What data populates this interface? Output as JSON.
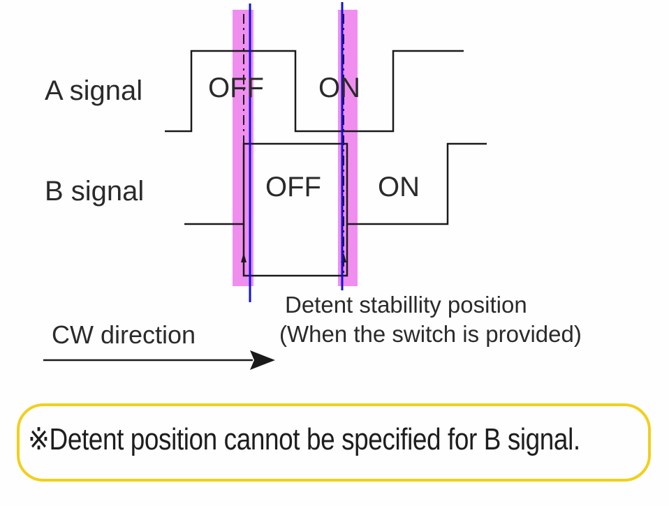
{
  "signals": [
    {
      "label": "A signal",
      "states": [
        "OFF",
        "ON"
      ]
    },
    {
      "label": "B signal",
      "states": [
        "OFF",
        "ON"
      ]
    }
  ],
  "caption": {
    "line1": "Detent stabillity position",
    "line2": "(When the switch is provided)"
  },
  "direction_label": "CW direction",
  "note": "※Detent position cannot be specified for B signal.",
  "colors": {
    "waveform": "#1a1a1a",
    "highlight": "#ee82ee",
    "marker": "#1010e0",
    "note_border": "#f2cf1c"
  }
}
